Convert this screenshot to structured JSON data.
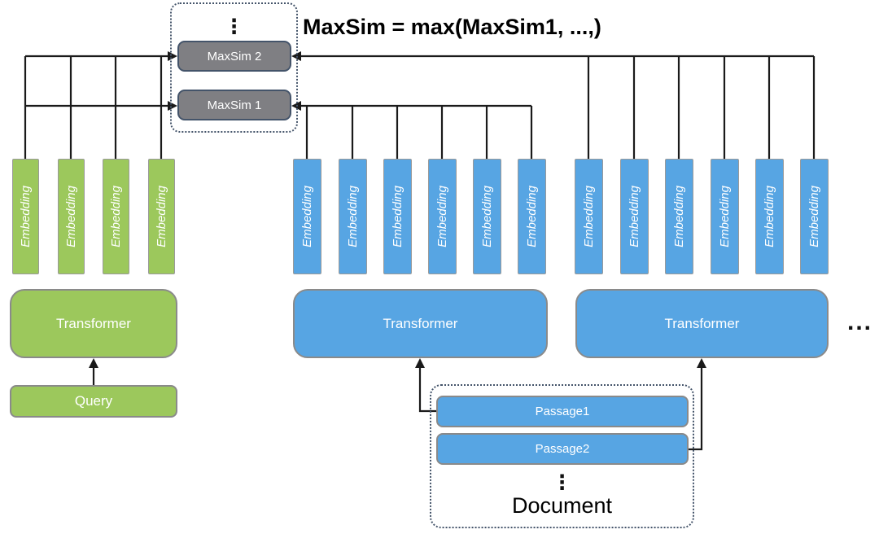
{
  "title": "MaxSim = max(MaxSim1, ...,)",
  "maxsim_panel": {
    "ellipsis": "⋮",
    "items": [
      {
        "label": "MaxSim 2"
      },
      {
        "label": "MaxSim 1"
      }
    ]
  },
  "labels": {
    "embedding": "Embedding",
    "transformer": "Transformer",
    "query": "Query"
  },
  "groups": {
    "query_embeddings": 4,
    "passage1_embeddings": 6,
    "passage2_embeddings": 6
  },
  "document_panel": {
    "passages": [
      {
        "label": "Passage1"
      },
      {
        "label": "Passage2"
      }
    ],
    "ellipsis": "⋮",
    "label": "Document"
  },
  "more_indicator": "...",
  "colors": {
    "green": "#9CC85C",
    "blue": "#57A5E3",
    "gray": "#7F7F83",
    "navy": "#44546A",
    "line": "#1a1a1a"
  }
}
